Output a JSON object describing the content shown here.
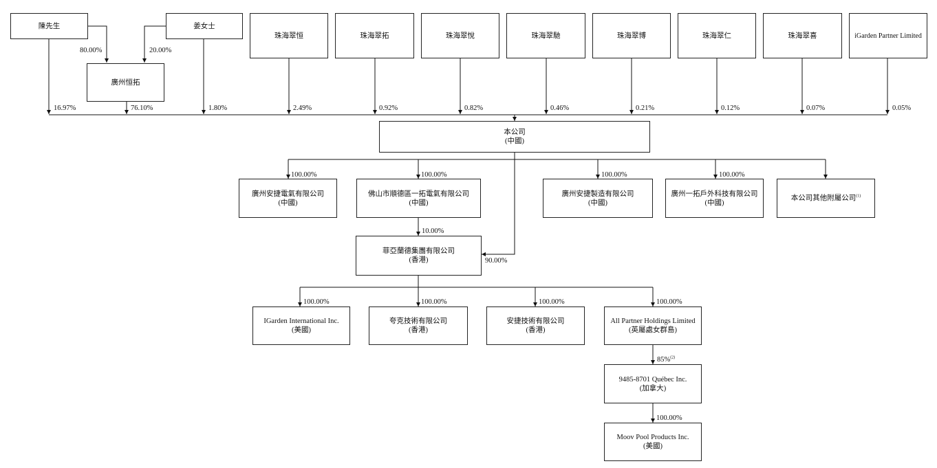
{
  "shareholders": {
    "chen": "陳先生",
    "jiang": "姜女士",
    "guangzhou_hengtuo": "廣州恒拓",
    "zhuhai_cuiheng": "珠海翠恒",
    "zhuhai_cuituo": "珠海翠拓",
    "zhuhai_cuiyue": "珠海翠悅",
    "zhuhai_cuichi": "珠海翠馳",
    "zhuhai_cuibo": "珠海翠博",
    "zhuhai_cuiren": "珠海翠仁",
    "zhuhai_cuixi": "珠海翠喜",
    "igarden_partner": "iGarden Partner Limited"
  },
  "company": {
    "name": "本公司",
    "jurisdiction": "(中國)"
  },
  "subsidiaries": {
    "anjie_electric": {
      "name": "廣州安捷電氣有限公司",
      "jurisdiction": "(中國)"
    },
    "foshan_yituo": {
      "name": "佛山市順德區一拓電氣有限公司",
      "jurisdiction": "(中國)"
    },
    "anjie_manufacturing": {
      "name": "廣州安捷製造有限公司",
      "jurisdiction": "(中國)"
    },
    "yituo_outdoor": {
      "name": "廣州一拓戶外科技有限公司",
      "jurisdiction": "(中國)"
    },
    "other": {
      "name": "本公司其他附屬公司",
      "note": "(1)"
    },
    "philander": {
      "name": "菲亞蘭德集團有限公司",
      "jurisdiction": "(香港)"
    },
    "igarden_intl": {
      "name": "IGarden International Inc.",
      "jurisdiction": "(美國)"
    },
    "kuake": {
      "name": "夸克技術有限公司",
      "jurisdiction": "(香港)"
    },
    "anjie_tech": {
      "name": "安捷技術有限公司",
      "jurisdiction": "(香港)"
    },
    "all_partner": {
      "name": "All Partner Holdings Limited",
      "jurisdiction": "(英屬處女群島)"
    },
    "quebec": {
      "name": "9485-8701 Québec Inc.",
      "jurisdiction": "(加拿大)"
    },
    "moov": {
      "name": "Moov Pool Products Inc.",
      "jurisdiction": "(美國)"
    }
  },
  "percentages": {
    "chen_to_hengtuo": "80.00%",
    "jiang_to_hengtuo": "20.00%",
    "chen_direct": "16.97%",
    "hengtuo_direct": "76.10%",
    "jiang_direct": "1.80%",
    "cuiheng": "2.49%",
    "cuituo": "0.92%",
    "cuiyue": "0.82%",
    "cuichi": "0.46%",
    "cuibo": "0.21%",
    "cuiren": "0.12%",
    "cuixi": "0.07%",
    "igarden_partner": "0.05%",
    "anjie_electric": "100.00%",
    "foshan_yituo": "100.00%",
    "anjie_manufacturing": "100.00%",
    "yituo_outdoor": "100.00%",
    "foshan_to_philander": "10.00%",
    "company_to_philander": "90.00%",
    "igarden_intl": "100.00%",
    "kuake": "100.00%",
    "anjie_tech": "100.00%",
    "all_partner": "100.00%",
    "quebec": "85%",
    "quebec_note": "(2)",
    "moov": "100.00%"
  }
}
